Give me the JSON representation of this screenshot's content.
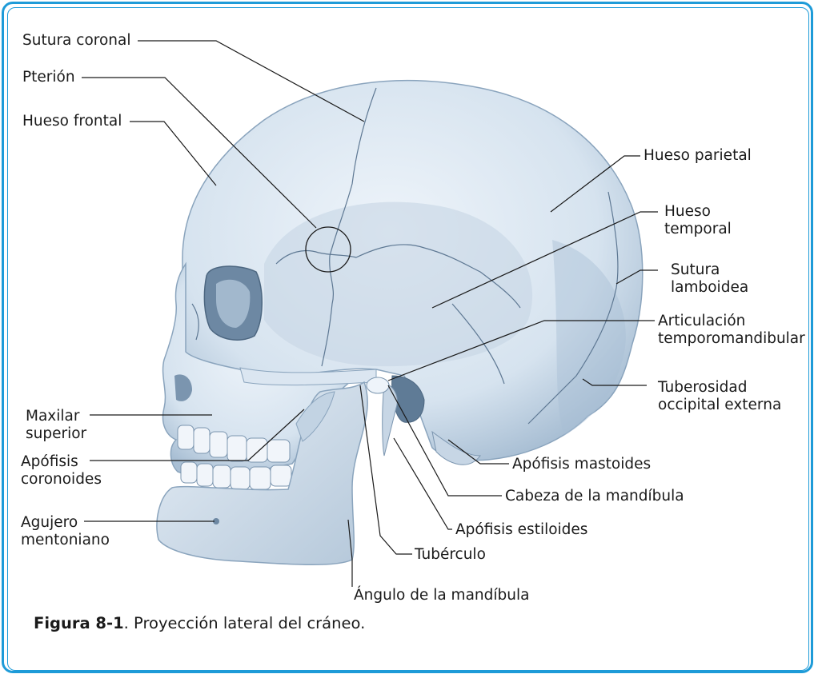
{
  "labels": {
    "sutura_coronal": "Sutura coronal",
    "pterion": "Pterión",
    "hueso_frontal": "Hueso frontal",
    "hueso_parietal": "Hueso parietal",
    "hueso_temporal_1": "Hueso",
    "hueso_temporal_2": "temporal",
    "sutura_lamboidea_1": "Sutura",
    "sutura_lamboidea_2": "lamboidea",
    "articulacion_1": "Articulación",
    "articulacion_2": "temporomandibular",
    "tuberosidad_1": "Tuberosidad",
    "tuberosidad_2": "occipital externa",
    "maxilar_1": "Maxilar",
    "maxilar_2": "superior",
    "coronoides_1": "Apófisis",
    "coronoides_2": "coronoides",
    "agujero_1": "Agujero",
    "agujero_2": "mentoniano",
    "mastoides": "Apófisis mastoides",
    "cabeza_mandibula": "Cabeza de la mandíbula",
    "estiloides": "Apófisis estiloides",
    "tuberculo": "Tubérculo",
    "angulo_mandibula": "Ángulo de la mandíbula"
  },
  "caption": {
    "number": "Figura 8-1",
    "text": ". Proyección lateral del cráneo."
  },
  "colors": {
    "frame": "#1e9bd8",
    "bone_fill": "#dfe9f3",
    "bone_shadow": "#9fb6ce",
    "bone_line": "#5e7893"
  }
}
